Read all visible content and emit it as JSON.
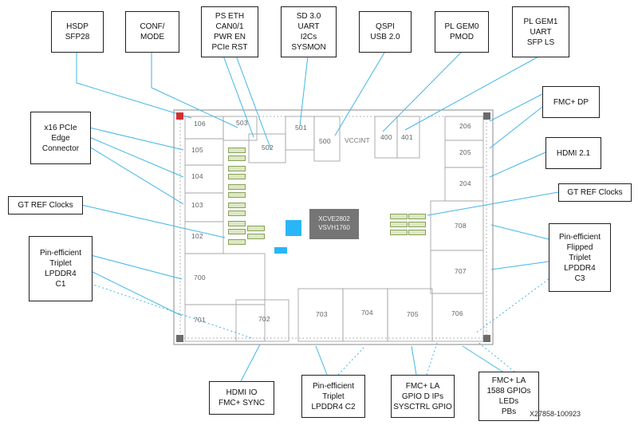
{
  "figure_id": "X27858-100923",
  "colors": {
    "connector": "#41b6e6",
    "region_outline": "#a6a6a6",
    "package_border": "#8a8a8a",
    "green_block": "#dce8c4",
    "cyan_block": "#29b6f6",
    "chip_fill": "#757575",
    "corner_red": "#d32f2f",
    "corner_gray": "#6b6b6b"
  },
  "callouts": {
    "top": [
      "HSDP\nSFP28",
      "CONF/\nMODE",
      "PS ETH\nCAN0/1\nPWR EN\nPCIe RST",
      "SD 3.0\nUART\nI2Cs\nSYSMON",
      "QSPI\nUSB 2.0",
      "PL GEM0\nPMOD",
      "PL GEM1\nUART\nSFP LS"
    ],
    "right": [
      "FMC+ DP",
      "HDMI 2.1",
      "GT REF Clocks",
      "Pin-efficient\nFlipped\nTriplet\nLPDDR4\nC3"
    ],
    "left": [
      "x16 PCIe\nEdge\nConnector",
      "GT REF Clocks",
      "Pin-efficient\nTriplet\nLPDDR4\nC1"
    ],
    "bottom": [
      "HDMI IO\nFMC+ SYNC",
      "Pin-efficient\nTriplet\nLPDDR4 C2",
      "FMC+ LA\nGPIO D IPs\nSYSCTRL GPIO",
      "FMC+ LA\n1588 GPIOs\nLEDs\nPBs"
    ]
  },
  "banks": {
    "left": [
      "106",
      "105",
      "104",
      "103",
      "102",
      "700",
      "701"
    ],
    "top": [
      "503",
      "502",
      "501",
      "500",
      "400",
      "401"
    ],
    "right": [
      "206",
      "205",
      "204",
      "708",
      "707"
    ],
    "bottom": [
      "702",
      "703",
      "704",
      "705",
      "706"
    ]
  },
  "chip": {
    "part": "XCVE2802",
    "package": "VSVH1760",
    "power_label": "VCCINT"
  }
}
